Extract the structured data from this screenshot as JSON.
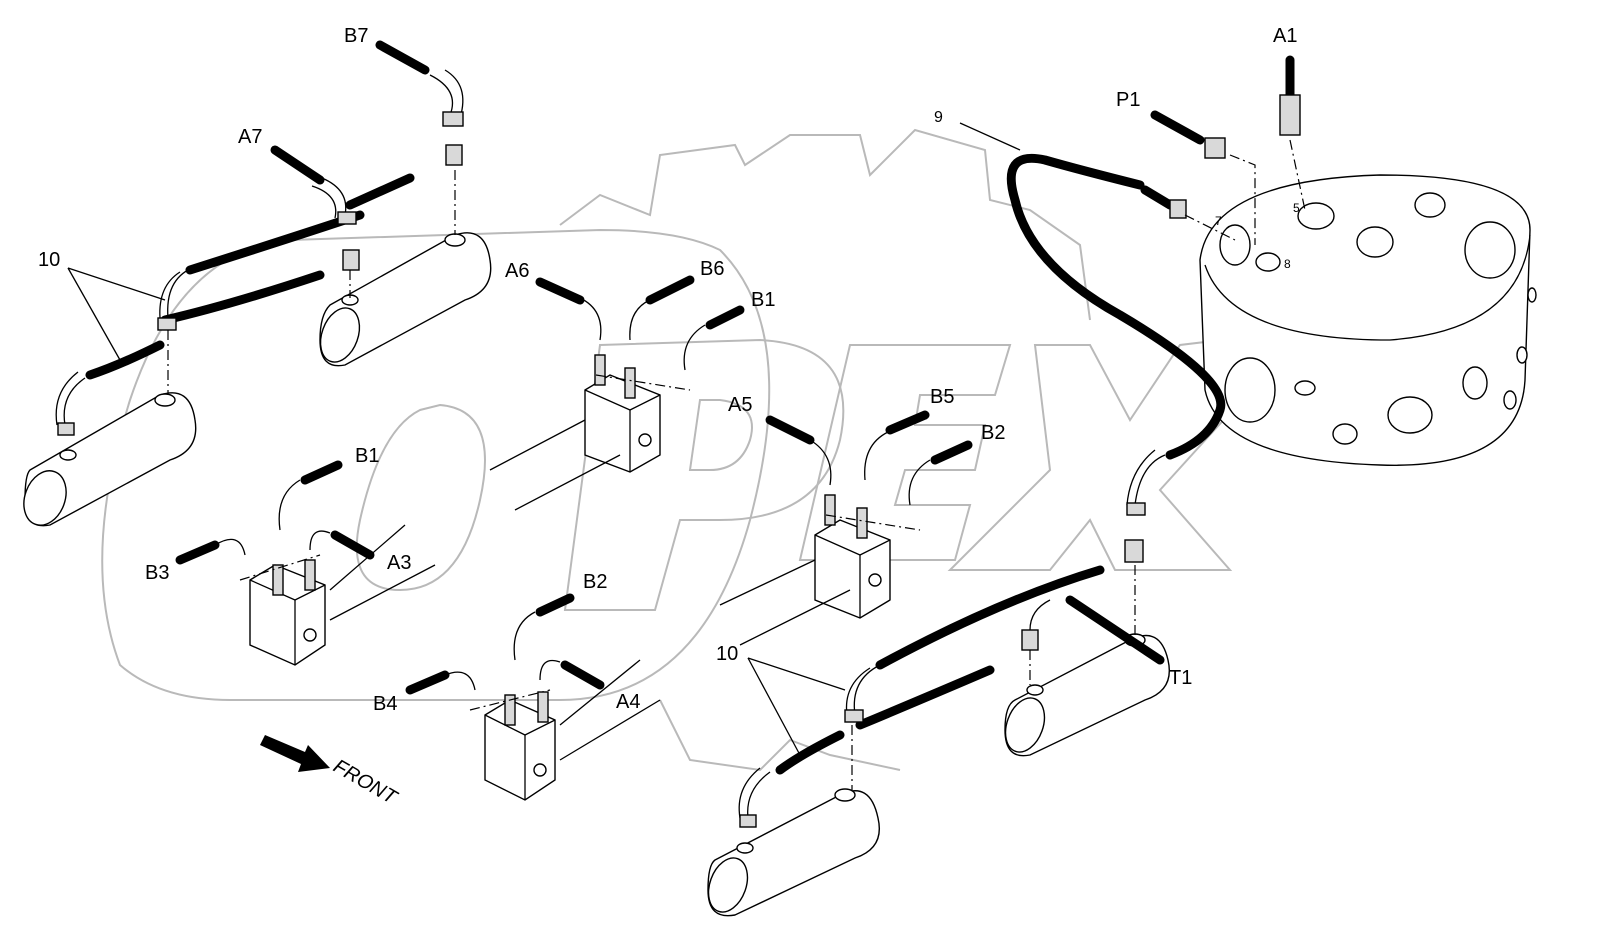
{
  "diagram": {
    "watermark": "OPEX",
    "direction_label": "FRONT",
    "port_labels": {
      "b7": "B7",
      "a7": "A7",
      "ten_left": "10",
      "a6": "A6",
      "b6": "B6",
      "b1_top": "B1",
      "b1_mid": "B1",
      "b3": "B3",
      "a3": "A3",
      "b2_low": "B2",
      "b4": "B4",
      "a4": "A4",
      "a5": "A5",
      "b5": "B5",
      "b2_mid": "B2",
      "nine": "9",
      "p1": "P1",
      "a1": "A1",
      "ten_right": "10",
      "t1": "T1"
    },
    "block_port_labels": {
      "p5": "5",
      "p7": "7",
      "p8": "8"
    }
  }
}
